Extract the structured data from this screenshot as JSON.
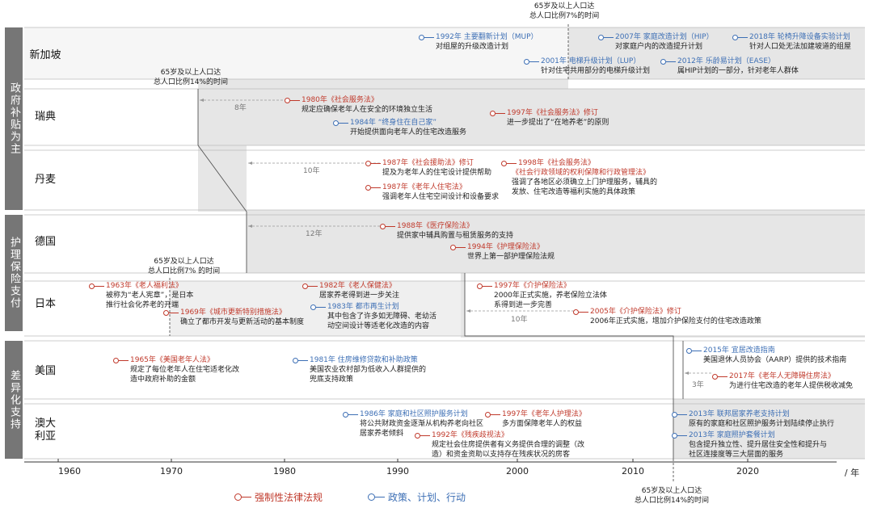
{
  "groups": [
    {
      "label": "政府补贴为主"
    },
    {
      "label": "护理保险支付"
    },
    {
      "label": "差异化支持"
    }
  ],
  "countries": [
    "新加坡",
    "瑞典",
    "丹麦",
    "德国",
    "日本",
    "美国",
    "澳大利亚"
  ],
  "axis": {
    "ticks": [
      "1960",
      "1970",
      "1980",
      "1990",
      "2000",
      "2010",
      "2020"
    ],
    "unit": "/ 年"
  },
  "annotations": {
    "sg_aging": [
      "65岁及以上人口达",
      "总人口比例7%的时间"
    ],
    "se_aging": [
      "65岁及以上人口达",
      "总人口比例14%的时间"
    ],
    "jp_aging": [
      "65岁及以上人口达",
      "总人口比例7% 的时间"
    ],
    "us_aging": [
      "65岁及以上人口达",
      "总人口比例14%的时间"
    ]
  },
  "gaps": [
    "8年",
    "10年",
    "12年",
    "10年",
    "3年"
  ],
  "events": [
    {
      "id": "sg1",
      "kind": "blue",
      "label": "1992年 主要翻新计划（MUP）",
      "desc": [
        "对组屋的升级改造计划"
      ]
    },
    {
      "id": "sg2",
      "kind": "blue",
      "label": "2007年 家庭改造计划（HIP）",
      "desc": [
        "对家庭户内的改造提升计划"
      ]
    },
    {
      "id": "sg3",
      "kind": "blue",
      "label": "2018年 轮椅升降设备实验计划",
      "desc": [
        "针对人口处无法加建坡道的组屋"
      ]
    },
    {
      "id": "sg4",
      "kind": "blue",
      "label": "2001年 电梯升级计划（LUP）",
      "desc": [
        "针对住宅共用部分的电梯升级计划"
      ]
    },
    {
      "id": "sg5",
      "kind": "blue",
      "label": "2012年 乐龄易计划（EASE）",
      "desc": [
        "属HIP计划的一部分，针对老年人群体"
      ]
    },
    {
      "id": "se1",
      "kind": "red",
      "label": "1980年《社会服务法》",
      "desc": [
        "规定应确保老年人在安全的环境独立生活"
      ]
    },
    {
      "id": "se2",
      "kind": "red",
      "label": "1997年《社会服务法》修订",
      "desc": [
        "进一步提出了“在地养老”的原则"
      ]
    },
    {
      "id": "se3",
      "kind": "blue",
      "label": "1984年 “终身住在自己家”",
      "desc": [
        "开始提供面向老年人的住宅改造服务"
      ]
    },
    {
      "id": "dk1",
      "kind": "red",
      "label": "1987年《社会援助法》修订",
      "desc": [
        "提及为老年人的住宅设计提供帮助"
      ]
    },
    {
      "id": "dk2",
      "kind": "red",
      "label": "1998年《社会服务法》",
      "desc": []
    },
    {
      "id": "dk3",
      "kind": "red",
      "label": "《社会行政领域的权利保障和行政管理法》",
      "desc": [
        "强调了各地区必须确立上门护理服务，辅具的",
        "发放、住宅改造等福利实施的具体政策"
      ]
    },
    {
      "id": "dk4",
      "kind": "red",
      "label": "1987年《老年人住宅法》",
      "desc": [
        "强调老年人住宅空间设计和设备要求"
      ]
    },
    {
      "id": "de1",
      "kind": "red",
      "label": "1988年《医疗保险法》",
      "desc": [
        "提供家中辅具购置与租赁服务的支持"
      ]
    },
    {
      "id": "de2",
      "kind": "red",
      "label": "1994年《护理保险法》",
      "desc": [
        "世界上第一部护理保险法规"
      ]
    },
    {
      "id": "jp1",
      "kind": "red",
      "label": "1963年《老人福利法》",
      "desc": [
        "被称为“老人宪章”，是日本",
        "推行社会化养老的开端"
      ]
    },
    {
      "id": "jp2",
      "kind": "red",
      "label": "1969年《城市更新特别措施法》",
      "desc": [
        "确立了都市开发与更新活动的基本制度"
      ]
    },
    {
      "id": "jp3",
      "kind": "red",
      "label": "1982年《老人保健法》",
      "desc": [
        "居家养老得到进一步关注"
      ]
    },
    {
      "id": "jp4",
      "kind": "blue",
      "label": "1983年 都市再生计划",
      "desc": [
        "其中包含了许多如无障碍、老幼活",
        "动空间设计等适老化改造的内容"
      ]
    },
    {
      "id": "jp5",
      "kind": "red",
      "label": "1997年《介护保险法》",
      "desc": [
        "2000年正式实施，养老保险立法体",
        "系得到进一步完善"
      ]
    },
    {
      "id": "jp6",
      "kind": "red",
      "label": "2005年《介护保险法》修订",
      "desc": [
        "2006年正式实施，增加介护保险支付的住宅改造政策"
      ]
    },
    {
      "id": "us1",
      "kind": "red",
      "label": "1965年《美国老年人法》",
      "desc": [
        "规定了每位老年人在住宅适老化改",
        "造中政府补助的金额"
      ]
    },
    {
      "id": "us2",
      "kind": "blue",
      "label": "1981年 住房维修贷款和补助政策",
      "desc": [
        "美国农业农村部为低收入人群提供的",
        "兜底支持政策"
      ]
    },
    {
      "id": "us3",
      "kind": "blue",
      "label": "2015年 宜居改造指南",
      "desc": [
        "美国退休人员协会（AARP）提供的技术指南"
      ]
    },
    {
      "id": "us4",
      "kind": "red",
      "label": "2017年《老年人无障碍住房法》",
      "desc": [
        "为进行住宅改造的老年人提供税收减免"
      ]
    },
    {
      "id": "au1",
      "kind": "blue",
      "label": "1986年 家庭和社区照护服务计划",
      "desc": [
        "将公共财政资金逐渐从机构养老向社区",
        "居家养老倾斜"
      ]
    },
    {
      "id": "au2",
      "kind": "red",
      "label": "1997年《老年人护理法》",
      "desc": [
        "多方面保障老年人的权益"
      ]
    },
    {
      "id": "au3",
      "kind": "red",
      "label": "1992年《残疾歧视法》",
      "desc": [
        "规定社会住房提供者有义务提供合理的调整（改",
        "造）和资金资助以支持存在残疾状况的房客"
      ]
    },
    {
      "id": "au4",
      "kind": "blue",
      "label": "2013年 联邦居家养老支持计划",
      "desc": [
        "原有的家庭和社区照护服务计划陆续停止执行"
      ]
    },
    {
      "id": "au5",
      "kind": "blue",
      "label": "2013年 家庭照护套餐计划",
      "desc": [
        "包含提升独立性、提升居住安全性和提升与",
        "社区连接度等三大层面的服务"
      ]
    }
  ],
  "legend": {
    "red": "强制性法律法规",
    "blue": "政策、计划、行动"
  },
  "colors": {
    "red": "#c0392b",
    "blue": "#3d6fb5",
    "group": "#767676",
    "band": "#e8e8e8"
  }
}
